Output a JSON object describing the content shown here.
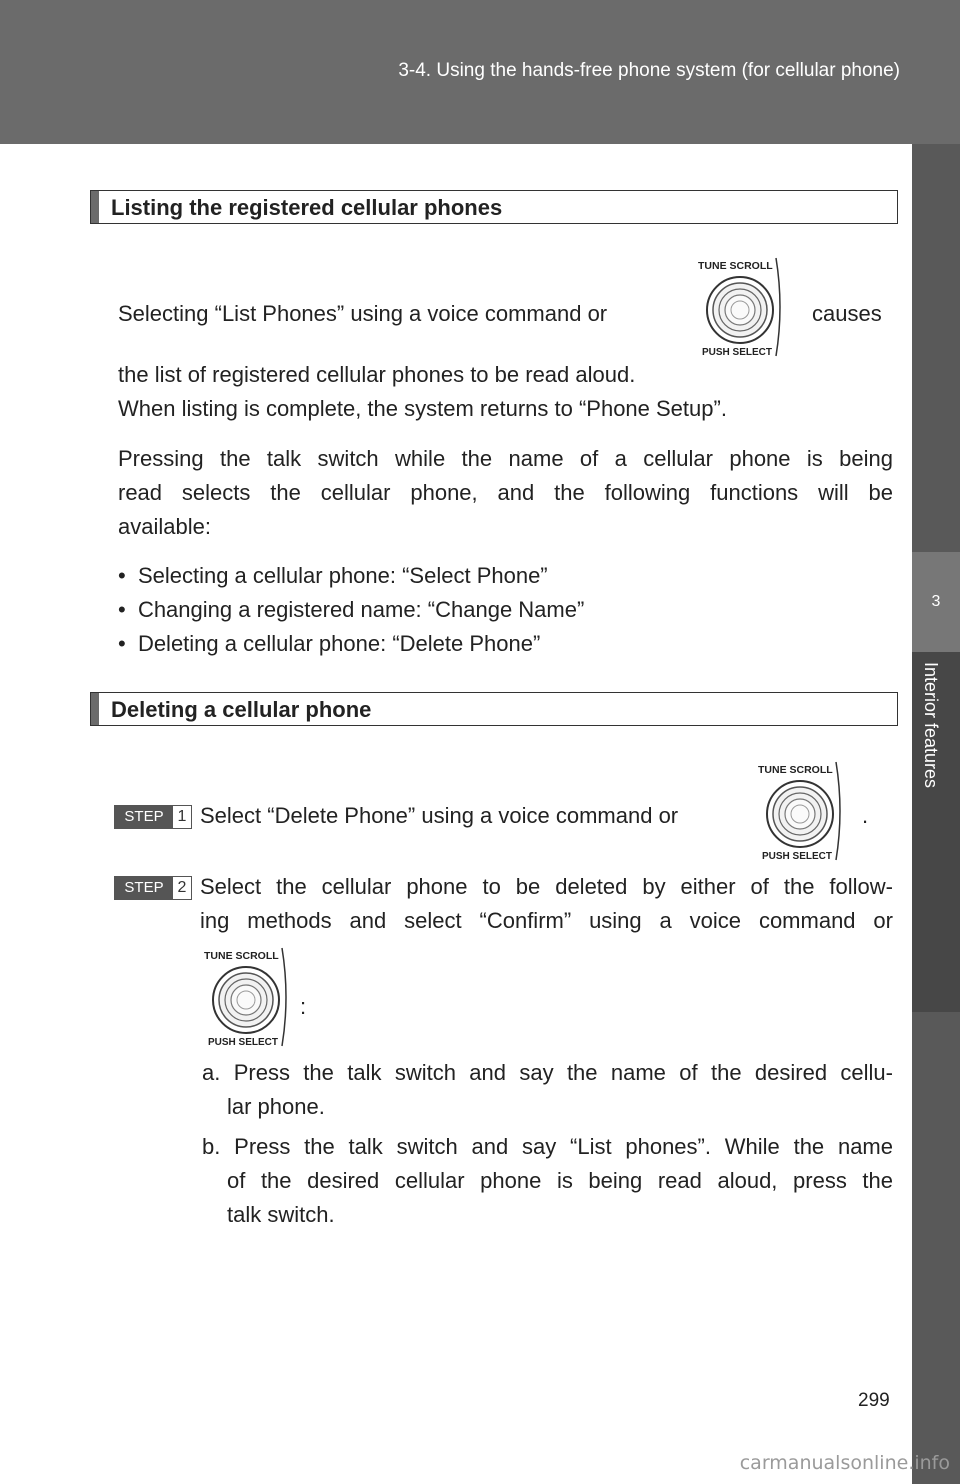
{
  "header": {
    "title": "3-4. Using the hands-free phone system (for cellular phone)"
  },
  "side_tab": {
    "number": "3",
    "label": "Interior features"
  },
  "knob": {
    "top_label": "TUNE SCROLL",
    "bottom_label": "PUSH SELECT"
  },
  "section1": {
    "heading": "Listing the registered cellular phones",
    "line1_pre": "Selecting “List Phones” using a voice command or",
    "line1_post": "causes",
    "line2": "the list of registered cellular phones to be read aloud.",
    "line3": "When listing is complete, the system returns to “Phone Setup”.",
    "para_line1": "Pressing the talk switch while the name of a cellular phone is being",
    "para_line2": "read selects the cellular phone, and the following functions will be",
    "para_line3": "available:",
    "bullets": [
      "Selecting a cellular phone: “Select Phone”",
      "Changing a registered name: “Change Name”",
      "Deleting a cellular phone: “Delete Phone”"
    ]
  },
  "section2": {
    "heading": "Deleting a cellular phone",
    "step_label": "STEP",
    "step1": {
      "num": "1",
      "text": "Select “Delete Phone” using a voice command or",
      "end": "."
    },
    "step2": {
      "num": "2",
      "line1": "Select the cellular phone to be deleted by either of the follow-",
      "line2": "ing methods and select “Confirm” using a voice command or",
      "colon": ":"
    },
    "option_a": {
      "line1": "a. Press the talk switch and say the name of the desired cellu-",
      "line2": "lar phone."
    },
    "option_b": {
      "line1": "b. Press the talk switch and say “List phones”. While the name",
      "line2": "of the desired cellular phone is being read aloud, press the",
      "line3": "talk switch."
    }
  },
  "page_number": "299",
  "watermark": "carmanualsonline.info"
}
